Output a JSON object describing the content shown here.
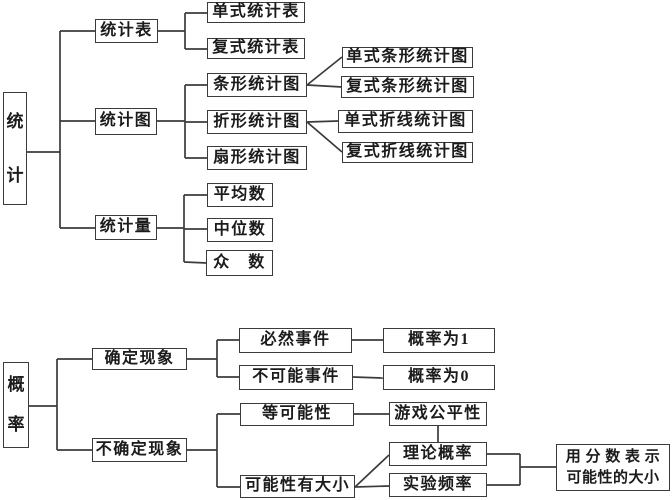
{
  "colors": {
    "background": "#ffffff",
    "line": "#3b3b3b",
    "text": "#1b1b1b"
  },
  "nodes": {
    "statistics_root": "统\n计",
    "statistics_table": "统计表",
    "single_table": "单式统计表",
    "double_table": "复式统计表",
    "statistics_chart": "统计图",
    "bar_chart": "条形统计图",
    "line_chart": "折形统计图",
    "pie_chart": "扇形统计图",
    "single_bar_chart": "单式条形统计图",
    "double_bar_chart": "复式条形统计图",
    "single_line_chart": "单式折线统计图",
    "double_line_chart": "复式折线统计图",
    "statistics_measure": "统计量",
    "mean": "平均数",
    "median": "中位数",
    "mode": "众　数",
    "probability_root": "概\n率",
    "certain_phenomena": "确定现象",
    "uncertain_phenomena": "不确定现象",
    "inevitable_event": "必然事件",
    "impossible_event": "不可能事件",
    "equal_possibility": "等可能性",
    "possibility_has_size": "可能性有大小",
    "probability_is_1": "概率为1",
    "probability_is_0": "概率为0",
    "game_fairness": "游戏公平性",
    "theoretical_probability": "理论概率",
    "experimental_frequency": "实验频率",
    "fraction_representation": "用 分 数 表 示\n可能性的大小"
  }
}
